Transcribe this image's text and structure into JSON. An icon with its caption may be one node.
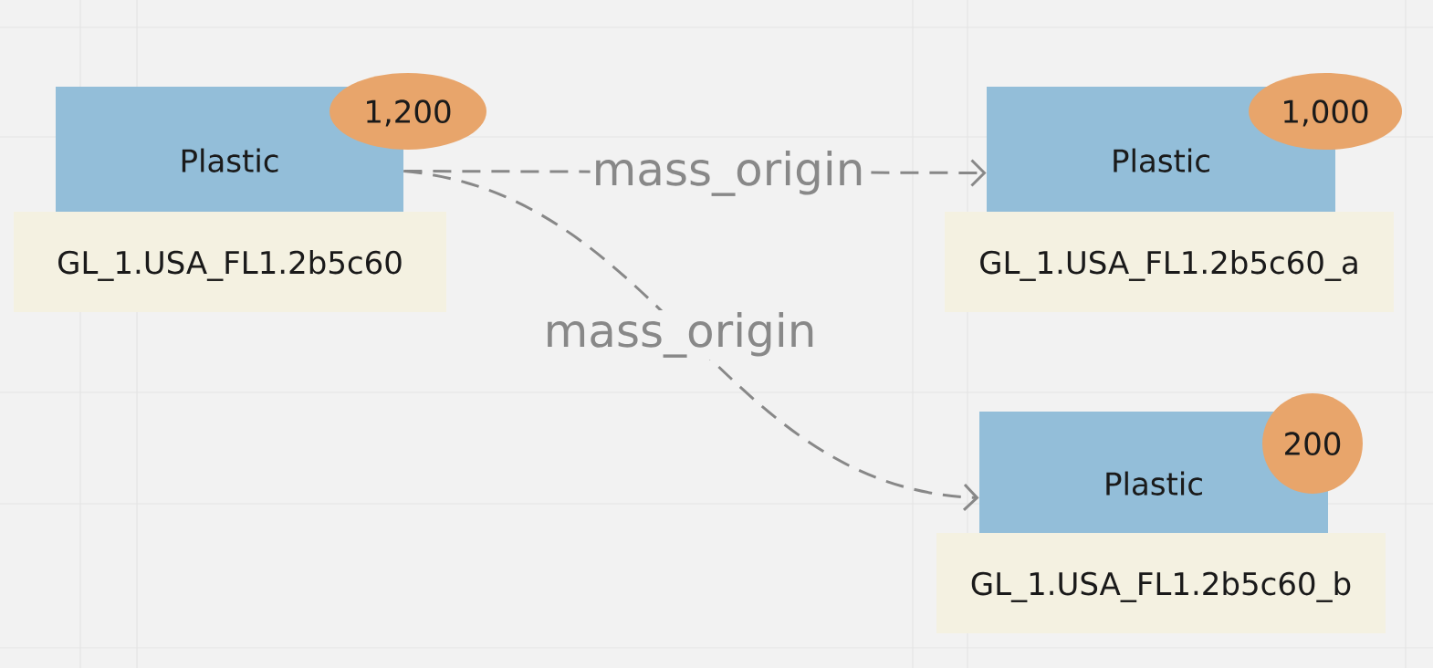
{
  "diagram": {
    "nodes": [
      {
        "text": [
          "Plastic"
        ]
      },
      {
        "text": [
          "1,200"
        ]
      },
      {
        "text": [
          "GL_1.USA_FL1.2b5c60"
        ]
      },
      {
        "text": [
          "Plastic"
        ]
      },
      {
        "text": [
          "1,000"
        ]
      },
      {
        "text": [
          "GL_1.USA_FL1.2b5c60_a"
        ]
      },
      {
        "text": [
          "Plastic"
        ]
      },
      {
        "text": [
          "200"
        ]
      },
      {
        "text": [
          "GL_1.USA_FL1.2b5c60_b"
        ]
      }
    ],
    "edges": [
      {
        "from": 0,
        "to": 3,
        "arrow": "to",
        "label": "mass_origin",
        "style": "dashed"
      },
      {
        "from": 0,
        "to": 6,
        "arrow": "to",
        "label": "mass_origin",
        "style": "dashed"
      }
    ]
  }
}
